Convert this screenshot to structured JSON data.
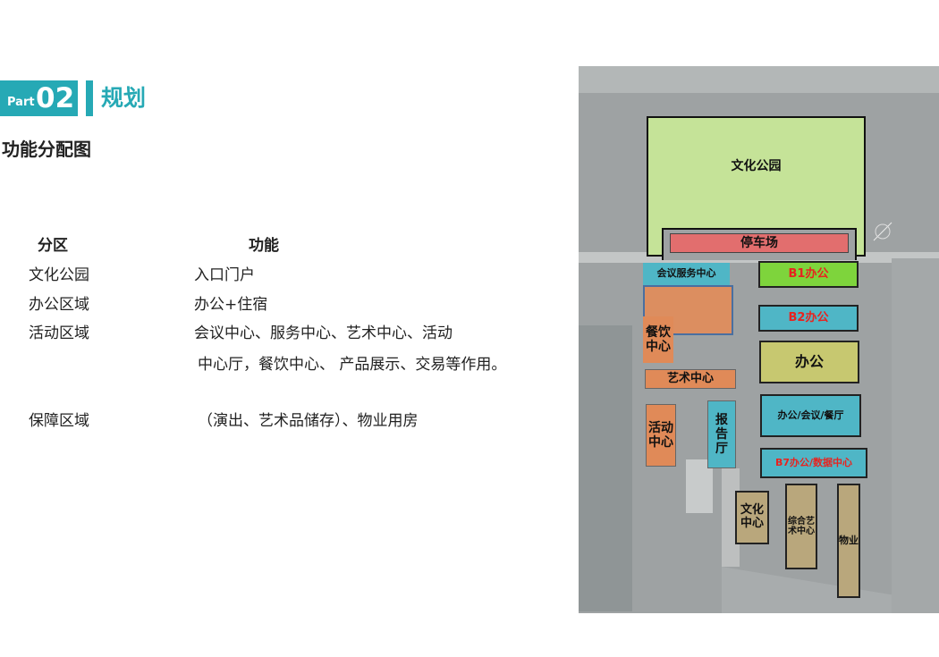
{
  "header": {
    "part_label": "Part",
    "part_number": "02",
    "section_title": "规划"
  },
  "subtitle": "功能分配图",
  "table": {
    "headers": [
      "分区",
      "功能"
    ],
    "rows": [
      {
        "zone": "文化公园",
        "function": "入口门户"
      },
      {
        "zone": "办公区域",
        "function": "办公+住宿"
      },
      {
        "zone": "活动区域",
        "function": "会议中心、服务中心、艺术中心、活动",
        "function_cont": "中心厅，餐饮中心、 产品展示、交易等作用。"
      },
      {
        "zone": "保障区域",
        "function": "（演出、艺术品储存）、物业用房"
      }
    ]
  },
  "map": {
    "labels": {
      "park": "文化公园",
      "parking": "停车场",
      "conference": "会议服务中心",
      "dining": "餐饮中心",
      "b1": "B1办公",
      "b2": "B2办公",
      "office": "办公",
      "art_center": "艺术中心",
      "office_meeting_dining": "办公/会议/餐厅",
      "activity": "活动中心",
      "report_hall": "报告厅",
      "b7": "B7办公/数据中心",
      "culture_center": "文化中心",
      "comprehensive_art": "综合艺术中心",
      "property": "物业"
    },
    "colors": {
      "park": "#c5e398",
      "parking": "#e26e6e",
      "teal": "#4fb6c6",
      "orange": "#e08a58",
      "green": "#7ed43c",
      "olive": "#c7c870",
      "tan": "#b9a77c",
      "red_text": "#e8231f"
    }
  }
}
